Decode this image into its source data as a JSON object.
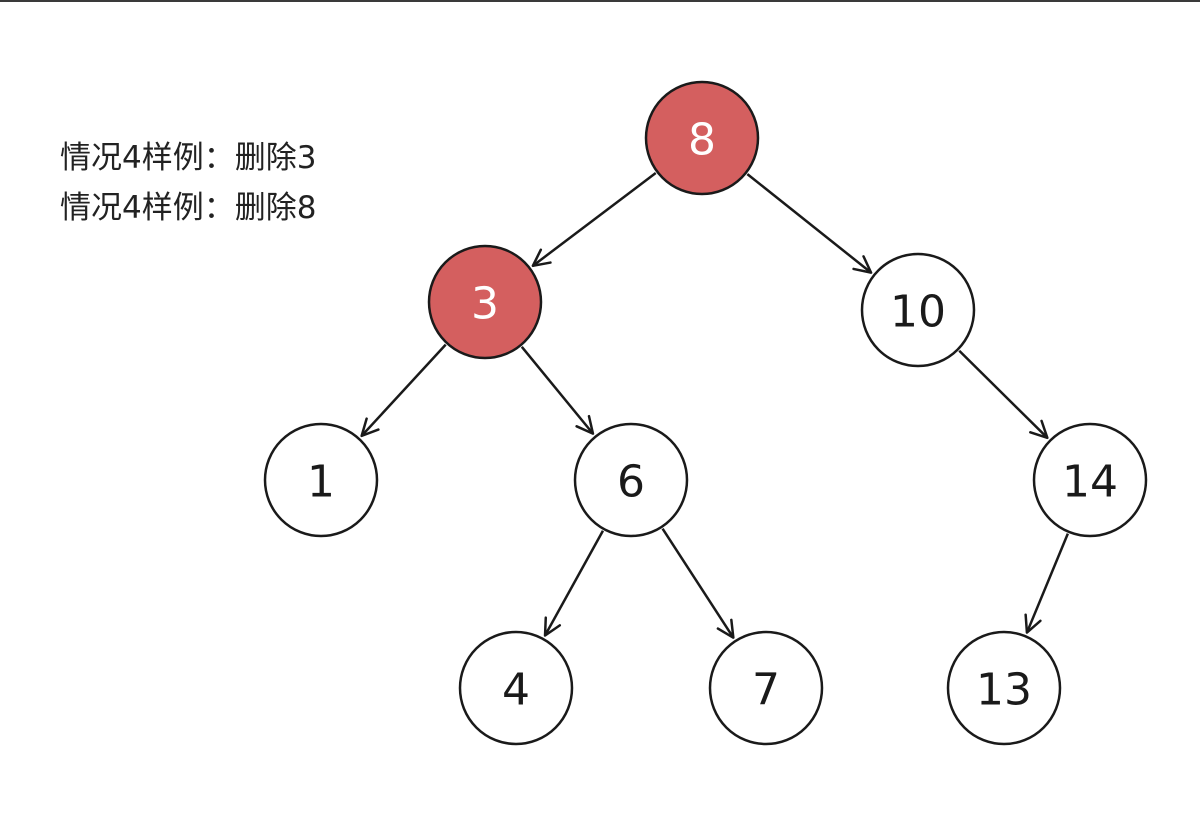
{
  "captions": [
    "情况4样例：删除3",
    "情况4样例：删除8"
  ],
  "colors": {
    "highlight_fill": "#d45f5f",
    "normal_fill": "#ffffff",
    "highlight_text": "#ffffff",
    "normal_text": "#1a1a1a",
    "stroke": "#1a1a1a"
  },
  "tree": {
    "nodes": [
      {
        "id": "n8",
        "label": "8",
        "highlighted": true
      },
      {
        "id": "n3",
        "label": "3",
        "highlighted": true
      },
      {
        "id": "n10",
        "label": "10",
        "highlighted": false
      },
      {
        "id": "n1",
        "label": "1",
        "highlighted": false
      },
      {
        "id": "n6",
        "label": "6",
        "highlighted": false
      },
      {
        "id": "n14",
        "label": "14",
        "highlighted": false
      },
      {
        "id": "n4",
        "label": "4",
        "highlighted": false
      },
      {
        "id": "n7",
        "label": "7",
        "highlighted": false
      },
      {
        "id": "n13",
        "label": "13",
        "highlighted": false
      }
    ],
    "edges": [
      {
        "from": "n8",
        "to": "n3"
      },
      {
        "from": "n8",
        "to": "n10"
      },
      {
        "from": "n3",
        "to": "n1"
      },
      {
        "from": "n3",
        "to": "n6"
      },
      {
        "from": "n10",
        "to": "n14"
      },
      {
        "from": "n6",
        "to": "n4"
      },
      {
        "from": "n6",
        "to": "n7"
      },
      {
        "from": "n14",
        "to": "n13"
      }
    ]
  }
}
